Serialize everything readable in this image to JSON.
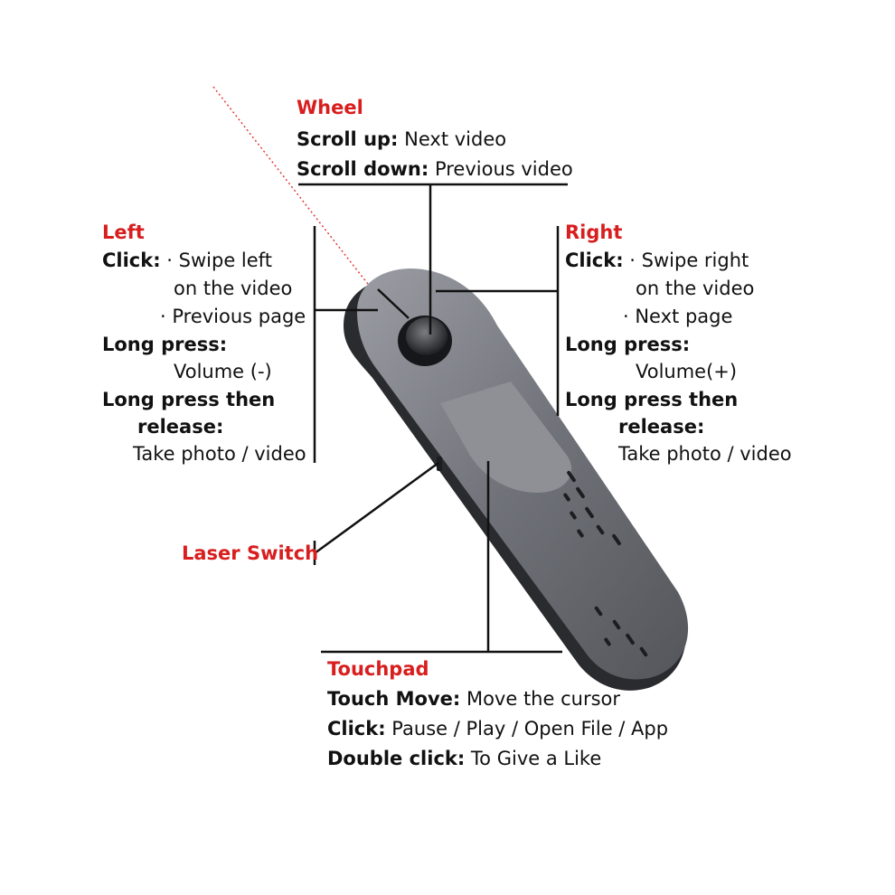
{
  "colors": {
    "title": "#d81e1e",
    "text": "#111111",
    "device_body": "#6f7278",
    "device_dark": "#2a2b2e",
    "touchpad": "#8e9095",
    "laser": "#e33b3b"
  },
  "icons": {
    "device": "presenter-remote-illustration",
    "laser": "laser-beam-dotted-line"
  },
  "wheel": {
    "title": "Wheel",
    "scroll_up_label": "Scroll up:",
    "scroll_up_text": " Next video",
    "scroll_down_label": "Scroll down:",
    "scroll_down_text": " Previous video"
  },
  "left": {
    "title": "Left",
    "click_label": "Click:",
    "click_line1": " · Swipe left",
    "click_line2": "on the video",
    "click_line3": "· Previous page",
    "long_press_label": "Long press:",
    "long_press_text": "Volume (-)",
    "long_press_release_label1": "Long press then",
    "long_press_release_label2": "release:",
    "long_press_release_text": "Take photo / video"
  },
  "right": {
    "title": "Right",
    "click_label": "Click:",
    "click_line1": " · Swipe right",
    "click_line2": "on the video",
    "click_line3": "· Next page",
    "long_press_label": "Long press:",
    "long_press_text": "Volume(+)",
    "long_press_release_label1": "Long press then",
    "long_press_release_label2": "release:",
    "long_press_release_text": "Take photo / video"
  },
  "laser_switch": {
    "title": "Laser Switch"
  },
  "touchpad": {
    "title": "Touchpad",
    "touch_move_label": "Touch Move:",
    "touch_move_text": " Move the cursor",
    "click_label": "Click:",
    "click_text": " Pause / Play / Open File / App",
    "double_click_label": "Double click:",
    "double_click_text": " To Give a Like"
  }
}
